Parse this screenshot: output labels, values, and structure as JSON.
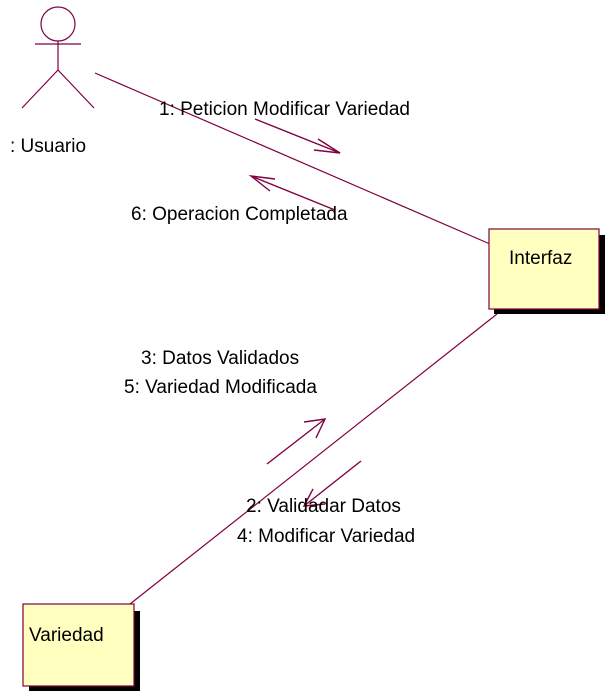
{
  "diagram": {
    "actor": {
      "label": ": Usuario"
    },
    "objects": {
      "interfaz": "Interfaz",
      "variedad": "Variedad"
    },
    "messages": {
      "m1": "1: Peticion Modificar Variedad",
      "m6": "6: Operacion Completada",
      "m3": "3: Datos Validados",
      "m5": "5: Variedad Modificada",
      "m2": "2: Validadar Datos",
      "m4": "4: Modificar Variedad"
    },
    "colors": {
      "line": "#800040",
      "object_fill": "#ffffc0",
      "object_border": "#800040",
      "text": "#000000",
      "shadow": "#000000"
    }
  }
}
